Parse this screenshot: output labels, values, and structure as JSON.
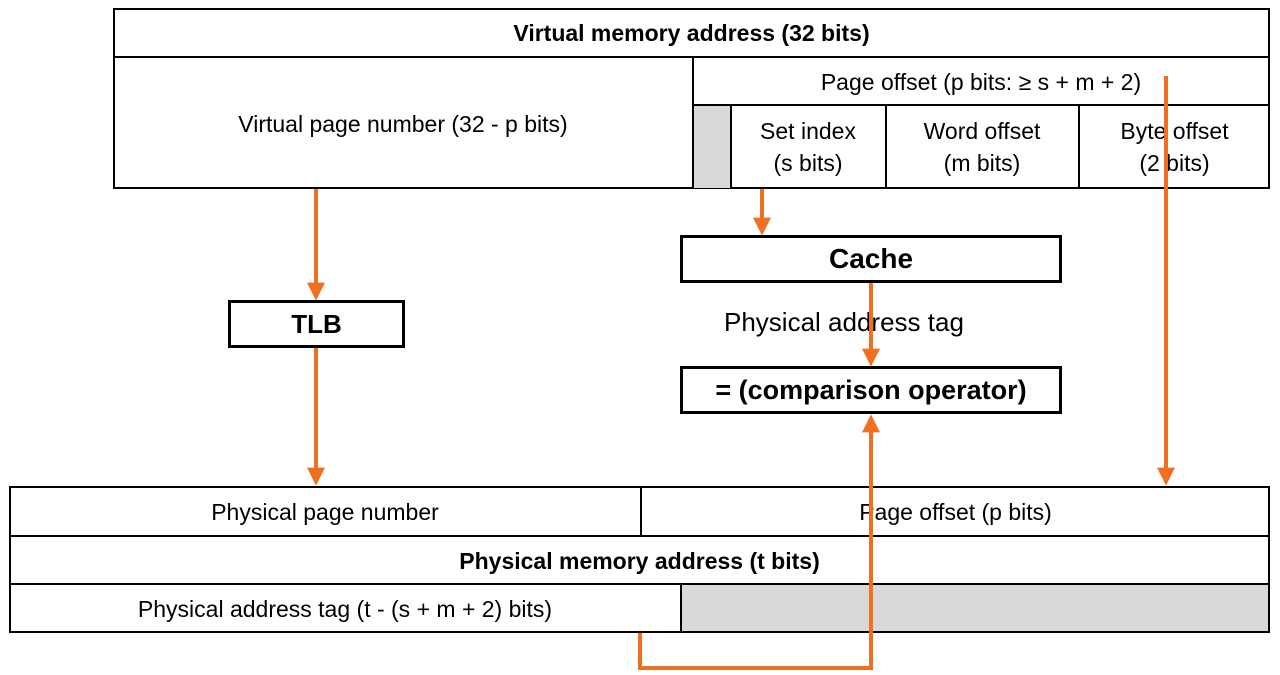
{
  "virtual_address": {
    "title": "Virtual memory address (32 bits)",
    "vpn_label": "Virtual page number (32 - p bits)",
    "page_offset_label": "Page offset (p bits: ≥ s + m + 2)",
    "set_index": {
      "line1": "Set index",
      "line2": "(s bits)"
    },
    "word_offset": {
      "line1": "Word offset",
      "line2": "(m bits)"
    },
    "byte_offset": {
      "line1": "Byte offset",
      "line2": "(2 bits)"
    }
  },
  "units": {
    "cache": "Cache",
    "tlb": "TLB",
    "comparator": "= (comparison operator)",
    "tag_label": "Physical address tag"
  },
  "physical_address": {
    "ppn_label": "Physical page number",
    "page_offset_label": "Page offset (p bits)",
    "title": "Physical memory address (t bits)",
    "tag_label": "Physical address tag (t - (s + m + 2) bits)"
  },
  "colors": {
    "arrow": "#f07020",
    "border": "#000000",
    "unused_field": "#d9d9d9"
  }
}
